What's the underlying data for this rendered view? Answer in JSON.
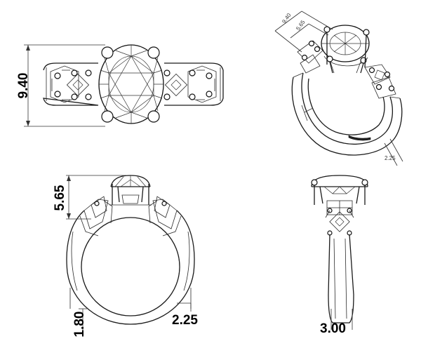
{
  "dimensions": {
    "top_view_height": "9.40",
    "front_view_height": "5.65",
    "band_bottom_thickness": "1.80",
    "band_side_width": "2.25",
    "side_view_width": "3.00",
    "perspective_labels": [
      "9.40",
      "5.65",
      "2.25"
    ]
  },
  "colors": {
    "line": "#1a1a1a",
    "background": "#ffffff"
  }
}
